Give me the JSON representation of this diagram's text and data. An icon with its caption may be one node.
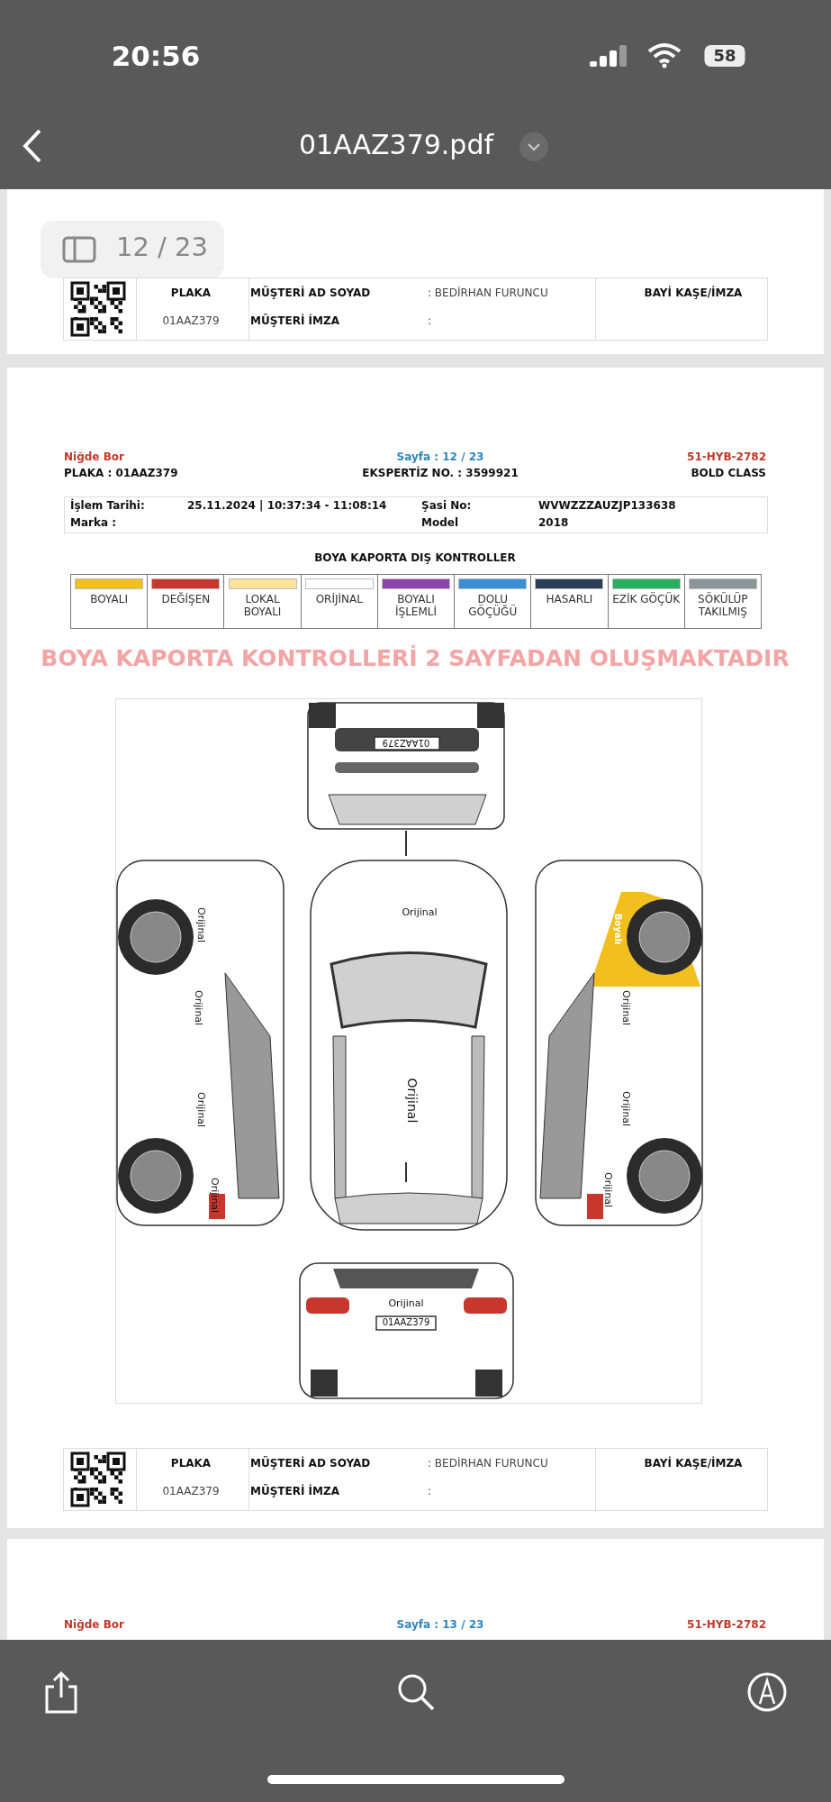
{
  "diagram": {
    "labels": [
      "20:56",
      "58",
      "01AAZ379.pdf",
      "12 / 23",
      "PLAKA",
      "MÜŞTERİ AD SOYAD",
      ": BEDİRHAN FURUNCU",
      "BAYİ KAŞE/İMZA",
      "01AAZ379",
      "MÜŞTERİ İMZA",
      ":",
      "Niğde Bor",
      "Sayfa : 12 / 23",
      "51-HYB-2782",
      "PLAKA : 01AAZ379",
      "EKSPERTİZ NO. : 3599921",
      "BOLD CLASS",
      "İşlem Tarihi:",
      "25.11.2024 | 10:37:34 - 11:08:14",
      "Şasi No:",
      "WVWZZZAUZJP133638",
      "Marka :",
      "Model",
      "2018",
      "BOYA KAPORTA DIŞ KONTROLLER",
      "BOYA KAPORTA KONTROLLERİ 2 SAYFADAN OLUŞMAKTADIR",
      "01AAZ379",
      "Orijinal",
      "Orijinal",
      "Orijinal",
      "Orijinal",
      "Orijinal",
      "Orijinal",
      "Boyalı",
      "Orijinal",
      "Orijinal",
      "Orijinal",
      "Orijinal",
      "01AAZ379",
      "PLAKA",
      "MÜŞTERİ AD SOYAD",
      ": BEDİRHAN FURUNCU",
      "BAYİ KAŞE/İMZA",
      "01AAZ379",
      "MÜŞTERİ İMZA",
      ":",
      "Niğde Bor",
      "Sayfa : 13 / 23",
      "51-HYB-2782"
    ],
    "legend": [
      {
        "text": "BOYALI",
        "color": "#f2c01e"
      },
      {
        "text": "DEĞİŞEN",
        "color": "#c8372d"
      },
      {
        "text": "LOKAL BOYALI",
        "color": "#fbe39b"
      },
      {
        "text": "ORİJİNAL",
        "color": "#ffffff"
      },
      {
        "text": "BOYALI İŞLEMLİ",
        "color": "#8e44ad"
      },
      {
        "text": "DOLU GÖÇÜĞÜ",
        "color": "#3a8fd6"
      },
      {
        "text": "HASARLI",
        "color": "#2c3e55"
      },
      {
        "text": "EZİK GÖÇÜK",
        "color": "#27ae60"
      },
      {
        "text": "SÖKÜLÜP TAKILMIŞ",
        "color": "#8c9696"
      }
    ]
  }
}
